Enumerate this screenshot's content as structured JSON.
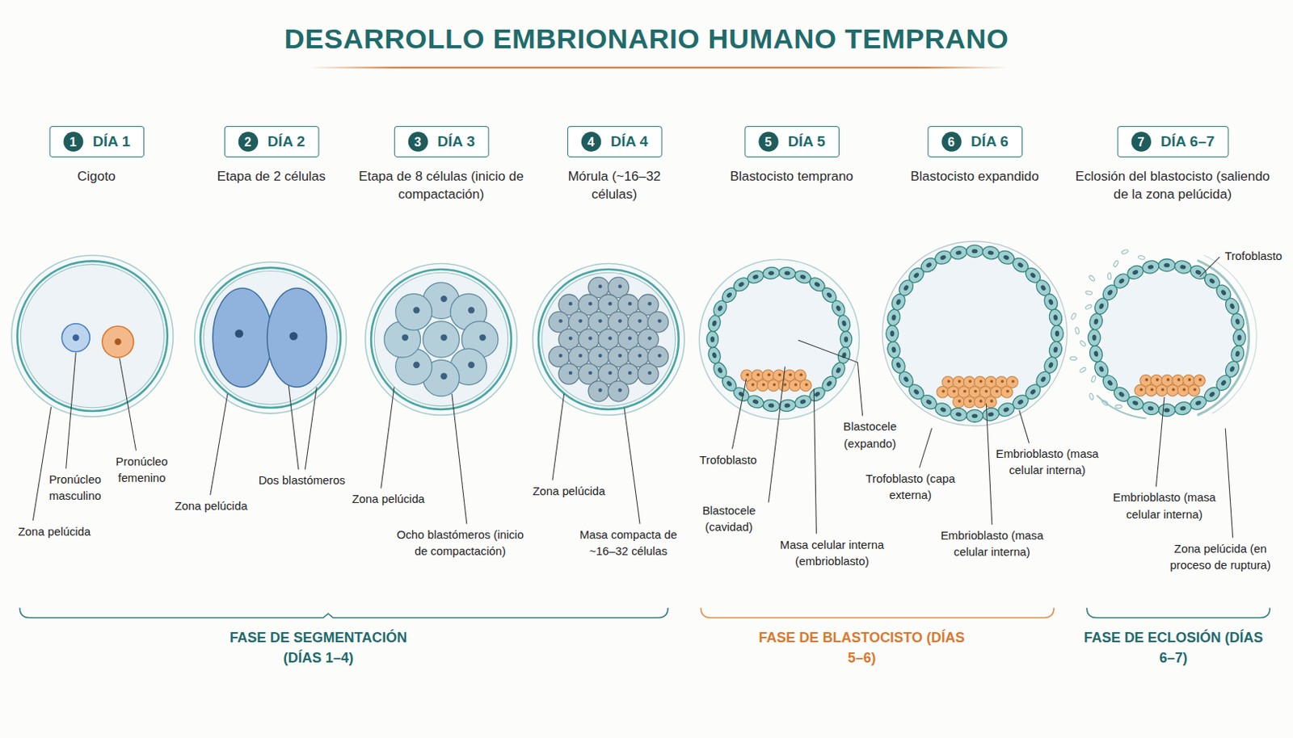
{
  "diagram": {
    "title": "DESARROLLO EMBRIONARIO HUMANO TEMPRANO",
    "nodes": [
      {
        "text": [
          "DÍA 1"
        ]
      },
      {
        "text": [
          "1"
        ],
        "in": 0
      },
      {
        "text": [
          "DÍA 2"
        ]
      },
      {
        "text": [
          "2"
        ],
        "in": 2
      },
      {
        "text": [
          "DÍA 3"
        ]
      },
      {
        "text": [
          "3"
        ],
        "in": 4
      },
      {
        "text": [
          "DÍA 4"
        ]
      },
      {
        "text": [
          "4"
        ],
        "in": 6
      },
      {
        "text": [
          "DÍA 5"
        ]
      },
      {
        "text": [
          "5"
        ],
        "in": 8
      },
      {
        "text": [
          "DÍA 6"
        ]
      },
      {
        "text": [
          "6"
        ],
        "in": 10
      },
      {
        "text": [
          "DÍA 6–7"
        ]
      },
      {
        "text": [
          "7"
        ],
        "in": 12
      }
    ],
    "labels": [
      "Cigoto",
      "Etapa de 2 células",
      "Etapa de 8 células (inicio de compactación)",
      "Mórula (~16–32 células)",
      "Blastocisto temprano",
      "Blastocisto expandido",
      "Eclosión del blastocisto (saliendo de la zona pelúcida)",
      "Pronúcleo masculino",
      "Pronúcleo femenino",
      "Zona pelúcida",
      "Zona pelúcida",
      "Dos blastómeros",
      "Zona pelúcida",
      "Ocho blastómeros (inicio de compactación)",
      "Zona pelúcida",
      "Masa compacta de ~16–32 células",
      "Trofoblasto",
      "Blastocele (expando)",
      "Blastocele (cavidad)",
      "Masa celular interna (embrioblasto)",
      "Trofoblasto (capa externa)",
      "Embrioblasto (masa celular interna)",
      "Embrioblasto (masa celular interna)",
      "Trofoblasto",
      "Embrioblasto (masa celular interna)",
      "Zona pelúcida (en proceso de ruptura)",
      "FASE DE SEGMENTACIÓN (DÍAS 1–4)",
      "FASE DE BLASTOCISTO (DÍAS 5–6)",
      "FASE DE ECLOSIÓN (DÍAS 6–7)"
    ]
  }
}
